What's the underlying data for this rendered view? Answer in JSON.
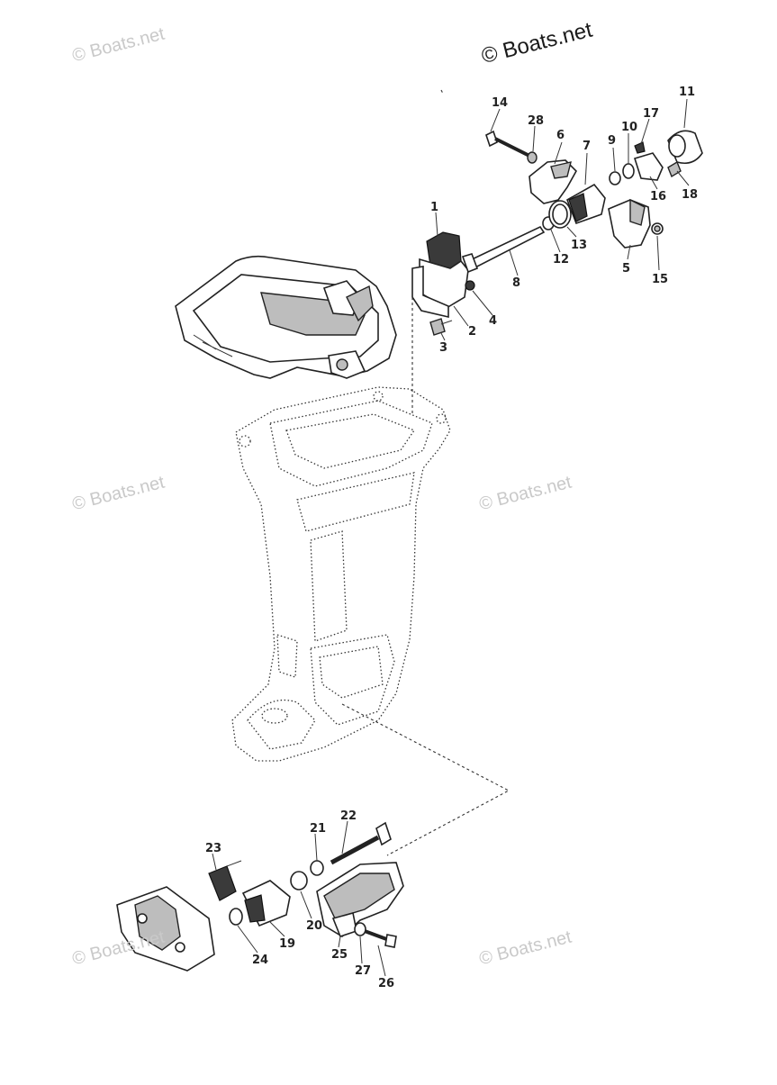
{
  "watermarks": {
    "primary": "© Boats.net",
    "faint": "© Boats.net"
  },
  "parts": [
    {
      "id": "p1",
      "label": "1"
    },
    {
      "id": "p2",
      "label": "2"
    },
    {
      "id": "p3",
      "label": "3"
    },
    {
      "id": "p4",
      "label": "4"
    },
    {
      "id": "p5",
      "label": "5"
    },
    {
      "id": "p6",
      "label": "6"
    },
    {
      "id": "p7",
      "label": "7"
    },
    {
      "id": "p8",
      "label": "8"
    },
    {
      "id": "p9",
      "label": "9"
    },
    {
      "id": "p10",
      "label": "10"
    },
    {
      "id": "p11",
      "label": "11"
    },
    {
      "id": "p12",
      "label": "12"
    },
    {
      "id": "p13",
      "label": "13"
    },
    {
      "id": "p14",
      "label": "14"
    },
    {
      "id": "p15",
      "label": "15"
    },
    {
      "id": "p16",
      "label": "16"
    },
    {
      "id": "p17",
      "label": "17"
    },
    {
      "id": "p18",
      "label": "18"
    },
    {
      "id": "p19",
      "label": "19"
    },
    {
      "id": "p20",
      "label": "20"
    },
    {
      "id": "p21",
      "label": "21"
    },
    {
      "id": "p22",
      "label": "22"
    },
    {
      "id": "p23",
      "label": "23"
    },
    {
      "id": "p24",
      "label": "24"
    },
    {
      "id": "p25",
      "label": "25"
    },
    {
      "id": "p26",
      "label": "26"
    },
    {
      "id": "p27",
      "label": "27"
    },
    {
      "id": "p28",
      "label": "28"
    }
  ]
}
